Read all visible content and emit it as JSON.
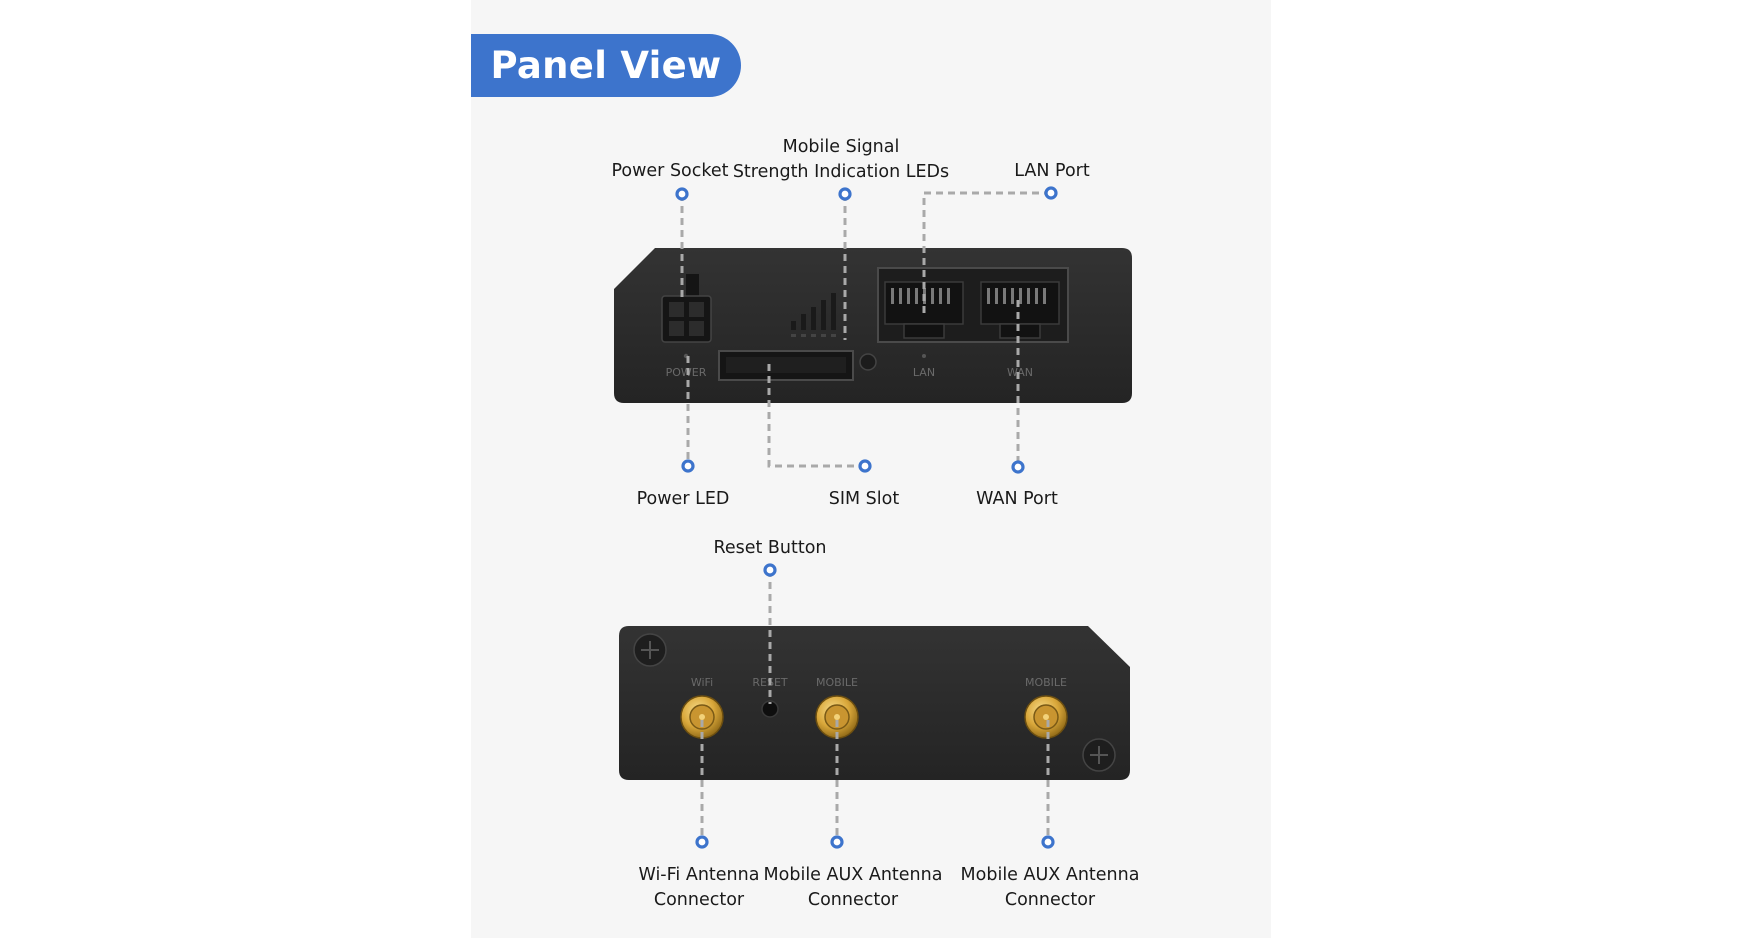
{
  "title": "Panel View",
  "front_panel": {
    "labels": {
      "power_socket": "Power Socket",
      "mobile_signal_line1": "Mobile Signal",
      "mobile_signal_line2": "Strength Indication LEDs",
      "lan_port": "LAN Port",
      "power_led": "Power LED",
      "sim_slot": "SIM Slot",
      "wan_port": "WAN Port"
    },
    "printed": {
      "power": "POWER",
      "lan": "LAN",
      "wan": "WAN"
    }
  },
  "back_panel": {
    "labels": {
      "reset_button": "Reset Button",
      "wifi_line1": "Wi-Fi Antenna",
      "wifi_line2": "Connector",
      "aux1_line1": "Mobile AUX Antenna",
      "aux1_line2": "Connector",
      "aux2_line1": "Mobile AUX Antenna",
      "aux2_line2": "Connector"
    },
    "printed": {
      "wifi": "WiFi",
      "reset": "RESET",
      "mobile1": "MOBILE",
      "mobile2": "MOBILE"
    }
  },
  "colors": {
    "accent": "#3d74cc",
    "device": "#2a2a2a",
    "connector": "#d9a73a"
  }
}
